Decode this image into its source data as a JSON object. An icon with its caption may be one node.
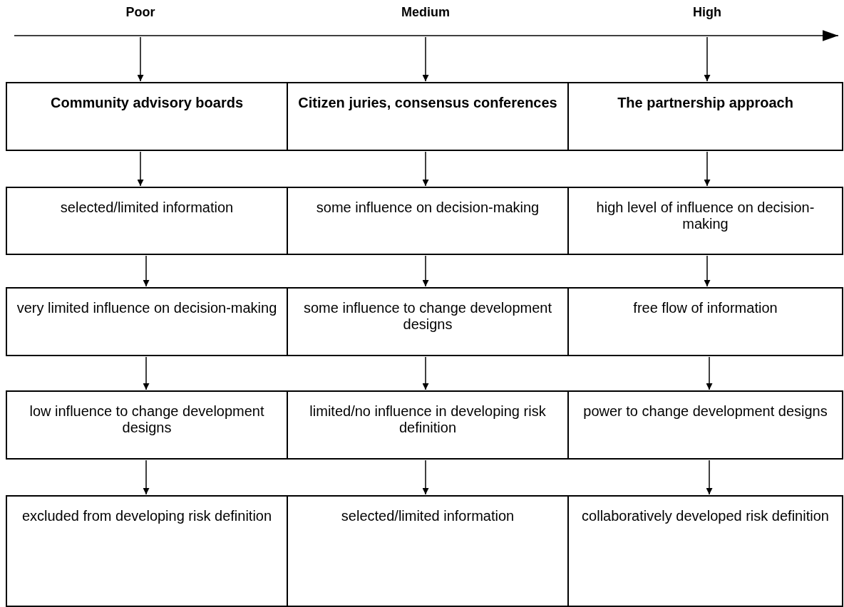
{
  "diagram": {
    "nodes": [
      {
        "text": [
          "Community advisory boards"
        ]
      },
      {
        "text": [
          "Citizen juries, consensus conferences"
        ]
      },
      {
        "text": [
          "The partnership approach"
        ]
      },
      {
        "text": [
          "selected/limited information"
        ]
      },
      {
        "text": [
          "some influence on decision-making"
        ]
      },
      {
        "text": [
          "high level of influence on decision-making"
        ]
      },
      {
        "text": [
          "very limited influence on decision-making"
        ]
      },
      {
        "text": [
          "some influence to change development designs"
        ]
      },
      {
        "text": [
          "free flow of information"
        ]
      },
      {
        "text": [
          "low influence to change development designs"
        ]
      },
      {
        "text": [
          "limited/no influence in developing risk definition"
        ]
      },
      {
        "text": [
          "power to change development designs"
        ]
      },
      {
        "text": [
          "excluded from developing risk definition"
        ]
      },
      {
        "text": [
          "selected/limited information"
        ]
      },
      {
        "text": [
          "collaboratively developed risk definition"
        ]
      }
    ],
    "edges": [
      {
        "from": null,
        "to": 0,
        "arrow": "to"
      },
      {
        "from": null,
        "to": 1,
        "arrow": "to"
      },
      {
        "from": null,
        "to": 2,
        "arrow": "to"
      },
      {
        "from": 0,
        "to": 3,
        "arrow": "to"
      },
      {
        "from": 1,
        "to": 4,
        "arrow": "to"
      },
      {
        "from": 2,
        "to": 5,
        "arrow": "to"
      },
      {
        "from": 3,
        "to": 6,
        "arrow": "to"
      },
      {
        "from": 4,
        "to": 7,
        "arrow": "to"
      },
      {
        "from": 5,
        "to": 8,
        "arrow": "to"
      },
      {
        "from": 6,
        "to": 9,
        "arrow": "to"
      },
      {
        "from": 7,
        "to": 10,
        "arrow": "to"
      },
      {
        "from": 8,
        "to": 11,
        "arrow": "to"
      },
      {
        "from": 9,
        "to": 12,
        "arrow": "to"
      },
      {
        "from": 10,
        "to": 13,
        "arrow": "to"
      },
      {
        "from": 11,
        "to": 14,
        "arrow": "to"
      }
    ],
    "labels": [
      "Poor",
      "Medium",
      "High"
    ]
  }
}
